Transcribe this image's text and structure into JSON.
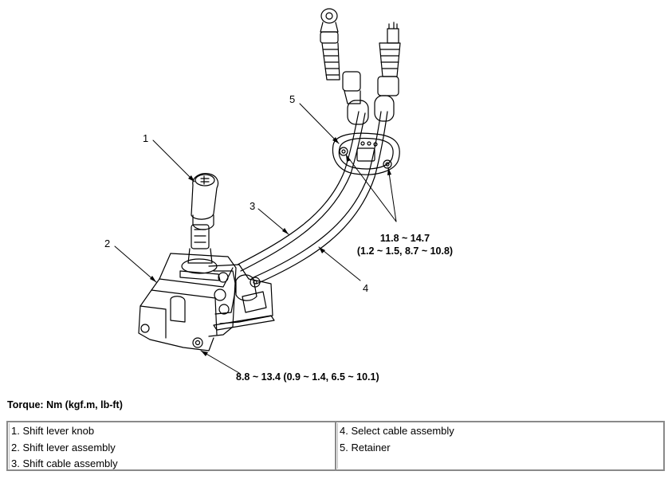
{
  "callouts": {
    "c1": "1",
    "c2": "2",
    "c3": "3",
    "c4": "4",
    "c5": "5"
  },
  "torque_specs": {
    "retainer_bolts": [
      "11.8 ~ 14.7",
      "(1.2 ~ 1.5, 8.7 ~ 10.8)"
    ],
    "lever_bolts": "8.8 ~ 13.4 (0.9 ~ 1.4, 6.5 ~ 10.1)"
  },
  "torque_caption": "Torque: Nm (kgf.m, lb-ft)",
  "legend": {
    "left": [
      "1. Shift lever knob",
      "2. Shift lever assembly",
      "3. Shift cable assembly"
    ],
    "right": [
      "4. Select cable assembly",
      "5. Retainer"
    ]
  }
}
